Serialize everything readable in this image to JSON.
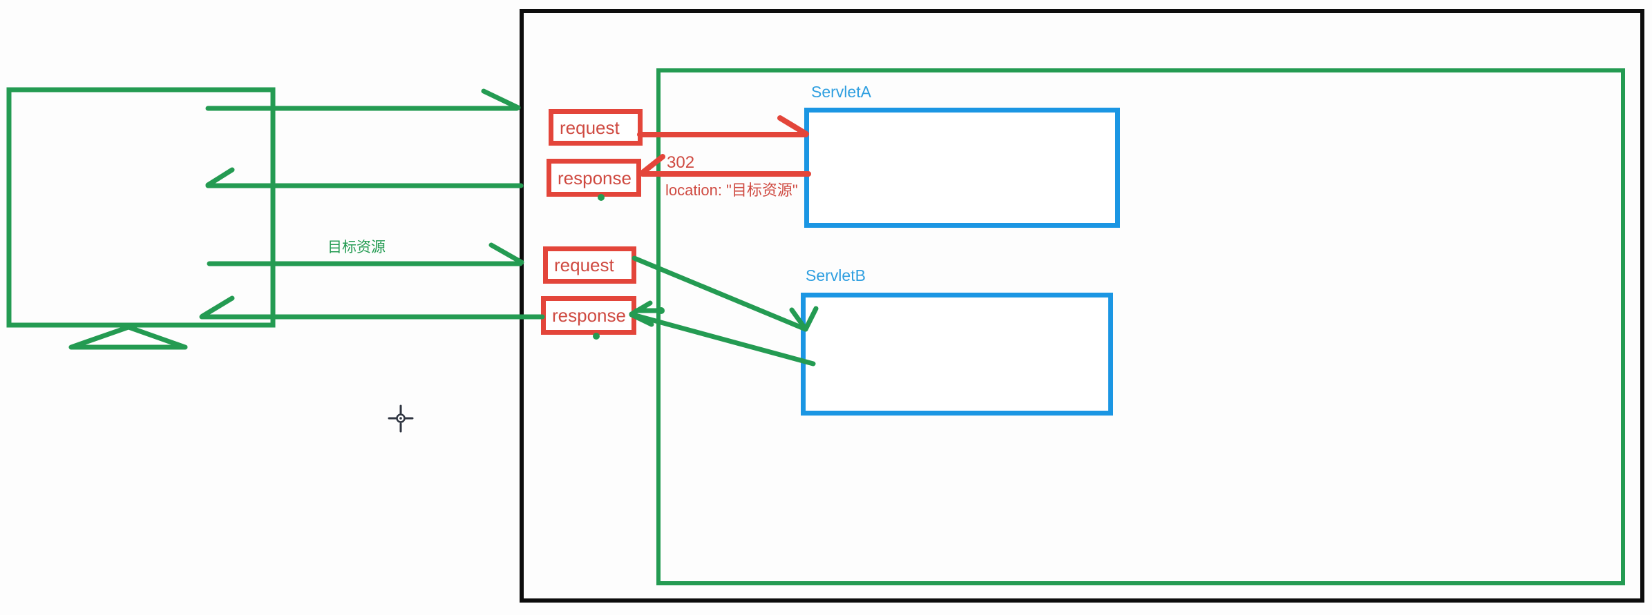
{
  "colors": {
    "canvas": "#fdfdfd",
    "green": "#249b52",
    "red": "#e3453a",
    "red-text": "#cf4a41",
    "blue": "#1b96e3",
    "blue-text": "#2f9fe0",
    "black": "#0d0d0d",
    "cursor": "#2e3440"
  },
  "client": {
    "request_target_label": "目标资源"
  },
  "server": {
    "servlet_a": {
      "name": "ServletA",
      "request_label": "request",
      "response_label": "response",
      "status_code": "302",
      "location_header": "location: \"目标资源\""
    },
    "servlet_b": {
      "name": "ServletB",
      "request_label": "request",
      "response_label": "response"
    }
  }
}
